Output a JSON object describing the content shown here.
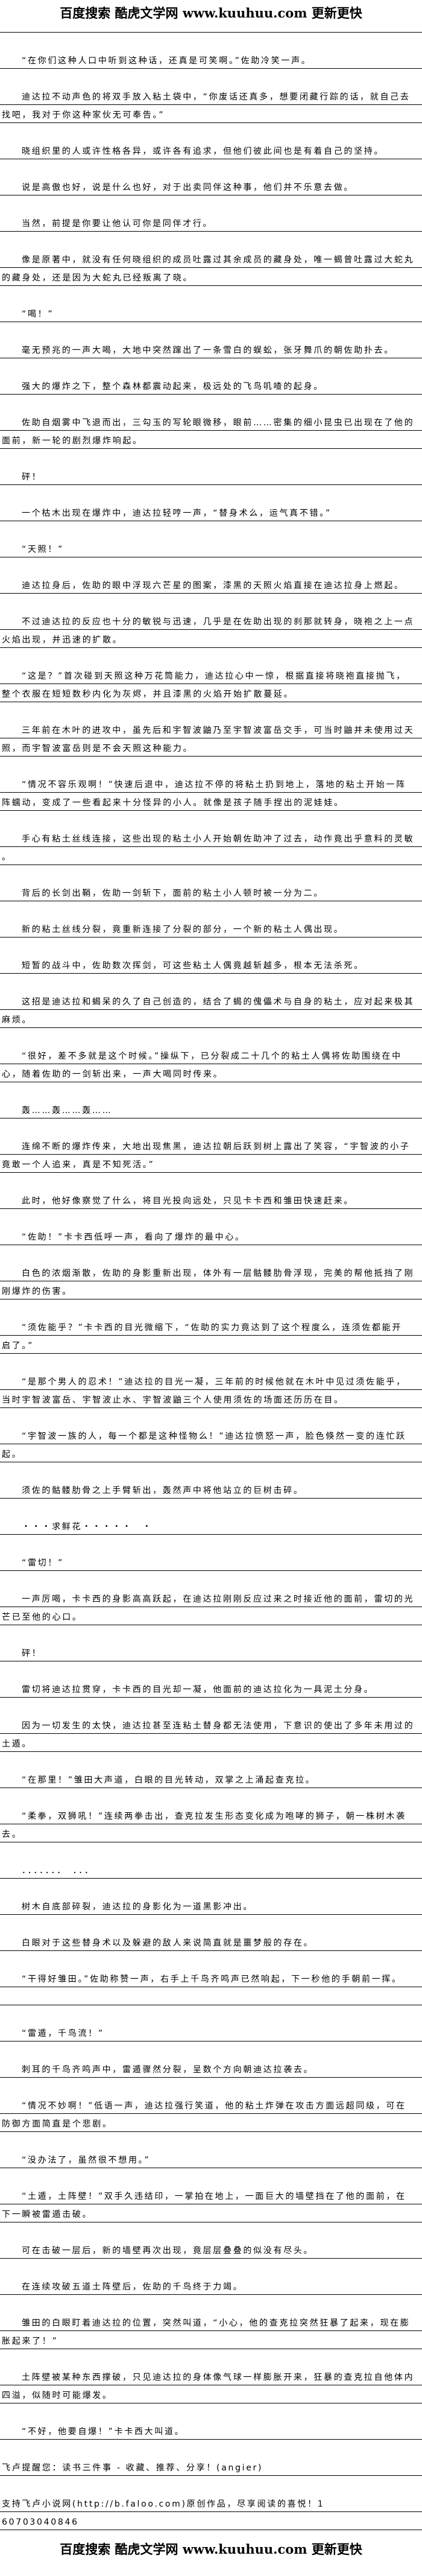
{
  "header": {
    "logo_text": "百度搜索 酷虎文学网 www.kuuhuu.com 更新更快"
  },
  "paragraphs": [
    {
      "lines": [
        "“在你们这种人口中听到这种话，还真是可笑啊。”佐助冷笑一声。"
      ]
    },
    {
      "lines": [
        "迪达拉不动声色的将双手放入粘土袋中，“你废话还真多，想要闭藏行踪的话，就自己去",
        "找吧，我对于你这种家伙无可奉告。”"
      ]
    },
    {
      "lines": [
        "晓组织里的人或许性格各异，或许各有追求，但他们彼此间也是有着自己的坚持。"
      ]
    },
    {
      "lines": [
        "说是高傲也好，说是什么也好，对于出卖同伴这种事，他们并不乐意去做。"
      ]
    },
    {
      "lines": [
        "当然，前提是你要让他认可你是同伴才行。"
      ]
    },
    {
      "lines": [
        "像是原著中，就没有任何晓组织的成员吐露过其余成员的藏身处，唯一蝎曾吐露过大蛇丸",
        "的藏身处，还是因为大蛇丸已经叛离了晓。"
      ]
    },
    {
      "lines": [
        "“喝！”"
      ]
    },
    {
      "lines": [
        "毫无预兆的一声大喝，大地中突然蹿出了一条雪白的蜈蚣，张牙舞爪的朝佐助扑去。"
      ]
    },
    {
      "lines": [
        "强大的爆炸之下，整个森林都震动起来，极远处的飞鸟叽喳的起身。"
      ]
    },
    {
      "lines": [
        "佐助自烟雾中飞退而出，三勾玉的写轮眼微移，眼前……密集的细小昆虫已出现在了他的",
        "面前，新一轮的剧烈爆炸响起。"
      ]
    },
    {
      "lines": [
        "砰！"
      ]
    },
    {
      "lines": [
        "一个枯木出现在爆炸中，迪达拉轻哼一声，“替身术么，运气真不错。”"
      ]
    },
    {
      "lines": [
        "“天照！”"
      ]
    },
    {
      "lines": [
        "迪达拉身后，佐助的眼中浮现六芒星的图案，漆黑的天照火焰直接在迪达拉身上燃起。"
      ]
    },
    {
      "lines": [
        "不过迪达拉的反应也十分的敏锐与迅速，几乎是在佐助出现的刹那就转身，晓袍之上一点",
        "火焰出现，并迅速的扩散。"
      ]
    },
    {
      "lines": [
        "“这是？”首次碰到天照这种万花筒能力，迪达拉心中一惊，根据直接将晓袍直接抛飞，",
        "整个衣服在短短数秒内化为灰烬，并且漆黑的火焰开始扩散蔓延。"
      ]
    },
    {
      "lines": [
        "三年前在木叶的进攻中，虽先后和宇智波鼬乃至宇智波富岳交手，可当时鼬并未使用过天",
        "照，而宇智波富岳则是不会天照这种能力。"
      ]
    },
    {
      "lines": [
        "“情况不容乐观啊！”快速后退中，迪达拉不停的将粘土扔到地上，落地的粘土开始一阵",
        "阵蠕动，变成了一些看起来十分怪异的小人。就像是孩子随手捏出的泥娃娃。"
      ]
    },
    {
      "lines": [
        "手心有粘土丝线连接，这些出现的粘土小人开始朝佐助冲了过去，动作竟出乎意料的灵敏",
        "。"
      ]
    },
    {
      "lines": [
        "背后的长剑出鞘，佐助一剑斩下，面前的粘土小人顿时被一分为二。"
      ]
    },
    {
      "lines": [
        "新的粘土丝线分裂，竟重新连接了分裂的部分，一个新的粘土人偶出现。"
      ]
    },
    {
      "lines": [
        "短暂的战斗中，佐助数次挥剑，可这些粘土人偶竟越斩越多，根本无法杀死。"
      ]
    },
    {
      "lines": [
        "这招是迪达拉和蝎呆的久了自己创造的，结合了蝎的傀儡术与自身的粘土，应对起来极其",
        "麻烦。"
      ]
    },
    {
      "lines": [
        "“很好，差不多就是这个时候。”操纵下，已分裂成二十几个的粘土人偶将佐助围绕在中",
        "心，随着佐助的一剑斩出来，一声大喝同时传来。"
      ]
    },
    {
      "lines": [
        "轰……轰……轰……"
      ]
    },
    {
      "lines": [
        "连绵不断的爆炸传来，大地出现焦黑，迪达拉朝后跃到树上露出了笑容，“宇智波的小子",
        "竟敢一个人追来，真是不知死活。”"
      ]
    },
    {
      "lines": [
        "此时，他好像察觉了什么，将目光投向远处，只见卡卡西和雏田快速赶来。"
      ]
    },
    {
      "lines": [
        "“佐助！”卡卡西低呼一声，看向了爆炸的最中心。"
      ]
    },
    {
      "lines": [
        "白色的浓烟渐散，佐助的身影重新出现，体外有一层骷髅肋骨浮现，完美的帮他抵挡了刚",
        "刚爆炸的伤害。"
      ]
    },
    {
      "lines": [
        "“须佐能乎？”卡卡西的目光微缩下，“佐助的实力竟达到了这个程度么，连须佐都能开",
        "启了。”"
      ]
    },
    {
      "lines": [
        "“是那个男人的忍术！”迪达拉的目光一凝，三年前的时候他就在木叶中见过须佐能乎，",
        "当时宇智波富岳、宇智波止水、宇智波鼬三个人使用须佐的场面还历历在目。"
      ]
    },
    {
      "lines": [
        "“宇智波一族的人，每一个都是这种怪物么！”迪达拉愤怒一声，脸色倏然一变的连忙跃",
        "起。"
      ]
    },
    {
      "lines": [
        "须佐的骷髅肋骨之上手臂斩出，轰然声中将他站立的巨树击碎。"
      ]
    },
    {
      "lines": [
        "・・・求鲜花・・・・・　・"
      ]
    },
    {
      "lines": [
        "“雷切！”"
      ]
    },
    {
      "lines": [
        "一声厉喝，卡卡西的身影高高跃起，在迪达拉刚刚反应过来之时接近他的面前，雷切的光",
        "芒已至他的心口。"
      ]
    },
    {
      "lines": [
        "砰！"
      ]
    },
    {
      "lines": [
        "雷切将迪达拉贯穿，卡卡西的目光却一凝，他面前的迪达拉化为一具泥土分身。"
      ]
    },
    {
      "lines": [
        "因为一切发生的太快，迪达拉甚至连粘土替身都无法使用，下意识的使出了多年未用过的",
        "土遁。"
      ]
    },
    {
      "lines": [
        "“在那里！”雏田大声道，白眼的目光转动，双掌之上涌起查克拉。"
      ]
    },
    {
      "lines": [
        "“柔拳，双狮吼！”连续两拳击出，查克拉发生形态变化成为咆哮的狮子，朝一株树木袭",
        "去。"
      ]
    },
    {
      "lines": [
        "．．．．．．．　．．．"
      ]
    },
    {
      "lines": [
        "树木自底部碎裂，迪达拉的身影化为一道黑影冲出。"
      ]
    },
    {
      "lines": [
        "白眼对于这些替身术以及躲避的敌人来说简直就是噩梦般的存在。"
      ]
    },
    {
      "lines": [
        "“干得好雏田。”佐助称赞一声，右手上千鸟齐鸣声已然响起，下一秒他的手朝前一挥。",
        ""
      ]
    },
    {
      "lines": [
        "“雷遁，千鸟流！”"
      ]
    },
    {
      "lines": [
        "刺耳的千鸟齐鸣声中，雷遁骤然分裂，呈数个方向朝迪达拉袭去。"
      ]
    },
    {
      "lines": [
        "“情况不妙啊！”低语一声，迪达拉强行笑道，他的粘土炸弹在攻击方面远超同级，可在",
        "防御方面简直是个悲剧。"
      ]
    },
    {
      "lines": [
        "“没办法了，虽然很不想用。”"
      ]
    },
    {
      "lines": [
        "“土遁，土阵壁！”双手久违结印，一掌拍在地上，一面巨大的墙壁挡在了他的面前，在",
        "下一瞬被雷遁击破。"
      ]
    },
    {
      "lines": [
        "可在击破一层后，新的墙壁再次出现，竟层层叠叠的似没有尽头。"
      ]
    },
    {
      "lines": [
        "在连续攻破五道土阵壁后，佐助的千鸟终于力竭。"
      ]
    },
    {
      "lines": [
        "雏田的白眼盯着迪达拉的位置，突然叫道，“小心，他的查克拉突然狂暴了起来，现在膨",
        "胀起来了！”"
      ]
    },
    {
      "lines": [
        "土阵壁被某种东西撑破，只见迪达拉的身体像气球一样膨胀开来，狂暴的查克拉自他体内",
        "四溢，似随时可能爆发。"
      ]
    },
    {
      "lines": [
        "“不好，他要自爆！”卡卡西大叫道。"
      ]
    }
  ],
  "footer": {
    "reminder": "飞卢提醒您：读书三件事 - 收藏、推荐、分享！(angier)",
    "support": "支持飞卢小说网(http://b.faloo.com)原创作品，尽享阅读的喜悦！1",
    "code": "60703040846"
  }
}
